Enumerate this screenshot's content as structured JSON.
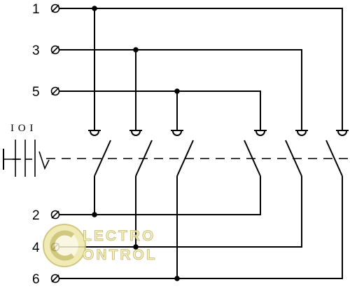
{
  "terminals_top": [
    {
      "label": "1"
    },
    {
      "label": "3"
    },
    {
      "label": "5"
    }
  ],
  "terminals_bottom": [
    {
      "label": "2"
    },
    {
      "label": "4"
    },
    {
      "label": "6"
    }
  ],
  "switch_positions_label": "I O I",
  "watermark": {
    "line1": "LECTRO",
    "line2": "ONTROL"
  }
}
